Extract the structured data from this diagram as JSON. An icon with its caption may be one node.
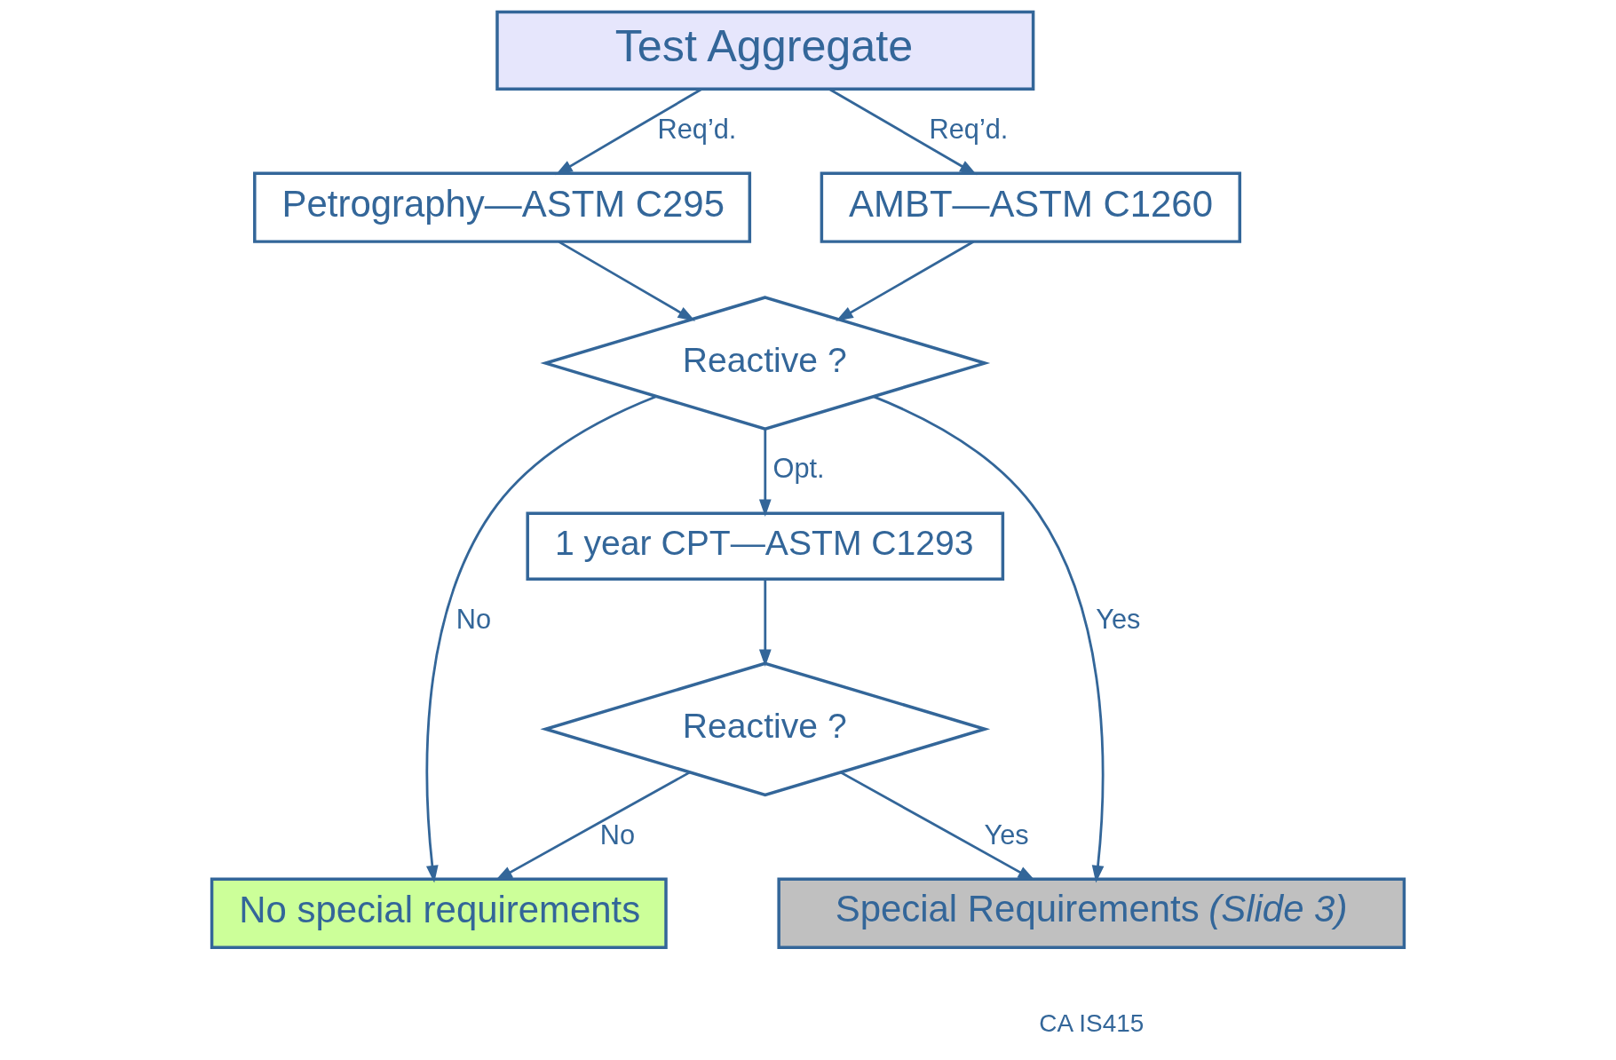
{
  "diagram": {
    "nodes": [
      {
        "text": [
          "Test Aggregate"
        ]
      },
      {
        "text": [
          "Petrography—ASTM C295"
        ]
      },
      {
        "text": [
          "AMBT—ASTM C1260"
        ]
      },
      {
        "text": [
          "Reactive ?"
        ]
      },
      {
        "text": [
          "No special requirements"
        ]
      },
      {
        "text": [
          "1 year CPT—ASTM C1293"
        ]
      },
      {
        "text": [
          "Reactive ?"
        ]
      },
      {
        "text": [
          "Special Requirements *(Slide 3)*"
        ]
      }
    ],
    "edges": [
      {
        "from": 0,
        "to": 1,
        "arrow": "to",
        "label": "Req’d."
      },
      {
        "from": 0,
        "to": 2,
        "arrow": "to",
        "label": "Req’d."
      },
      {
        "from": 1,
        "to": 3,
        "arrow": "to"
      },
      {
        "from": 2,
        "to": 3,
        "arrow": "to"
      },
      {
        "from": 3,
        "to": 4,
        "arrow": "to",
        "label": "No"
      },
      {
        "from": 3,
        "to": 5,
        "arrow": "to",
        "label": "Opt."
      },
      {
        "from": 3,
        "to": 7,
        "arrow": "to",
        "label": "Yes"
      },
      {
        "from": 5,
        "to": 6,
        "arrow": "to"
      },
      {
        "from": 6,
        "to": 4,
        "arrow": "to",
        "label": "No"
      },
      {
        "from": 6,
        "to": 7,
        "arrow": "to",
        "label": "Yes"
      }
    ],
    "labels": [
      "CA IS415"
    ]
  }
}
